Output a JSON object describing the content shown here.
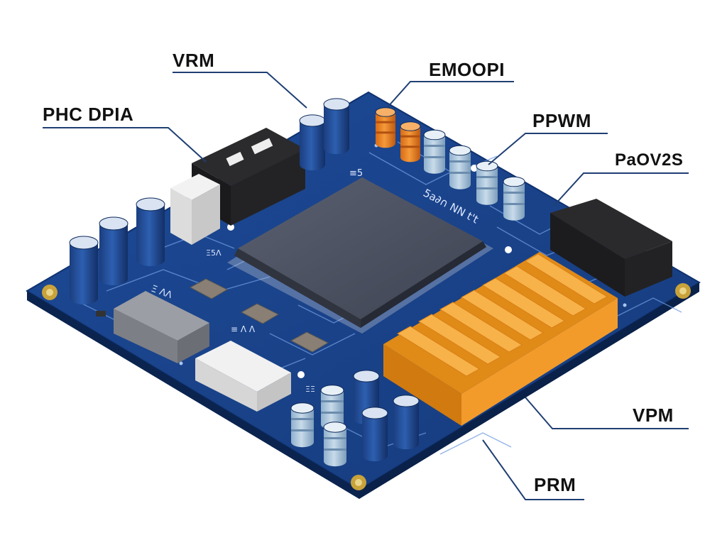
{
  "diagram": {
    "board_color": "#173f86",
    "edge_color": "#0d2a5e",
    "chip_color": "#4b5161",
    "heatsink_color": "#f5a125",
    "labels": {
      "vrm": "VRM",
      "phc_dpia": "PHC DPIA",
      "emoopi": "EMOOPI",
      "ppwm": "PPWM",
      "paov2s": "PaOV2S",
      "vpm": "VPM",
      "prm": "PRM"
    },
    "silkscreen": {
      "top_left": "≡5",
      "top_right": "5a∂∩ NN t't",
      "left_small": "Ξ5Λ",
      "mid_left": "Ξ ΛΛ",
      "mid_bottom": "≡ Λ Λ",
      "bottom": "ΞΞ"
    }
  }
}
